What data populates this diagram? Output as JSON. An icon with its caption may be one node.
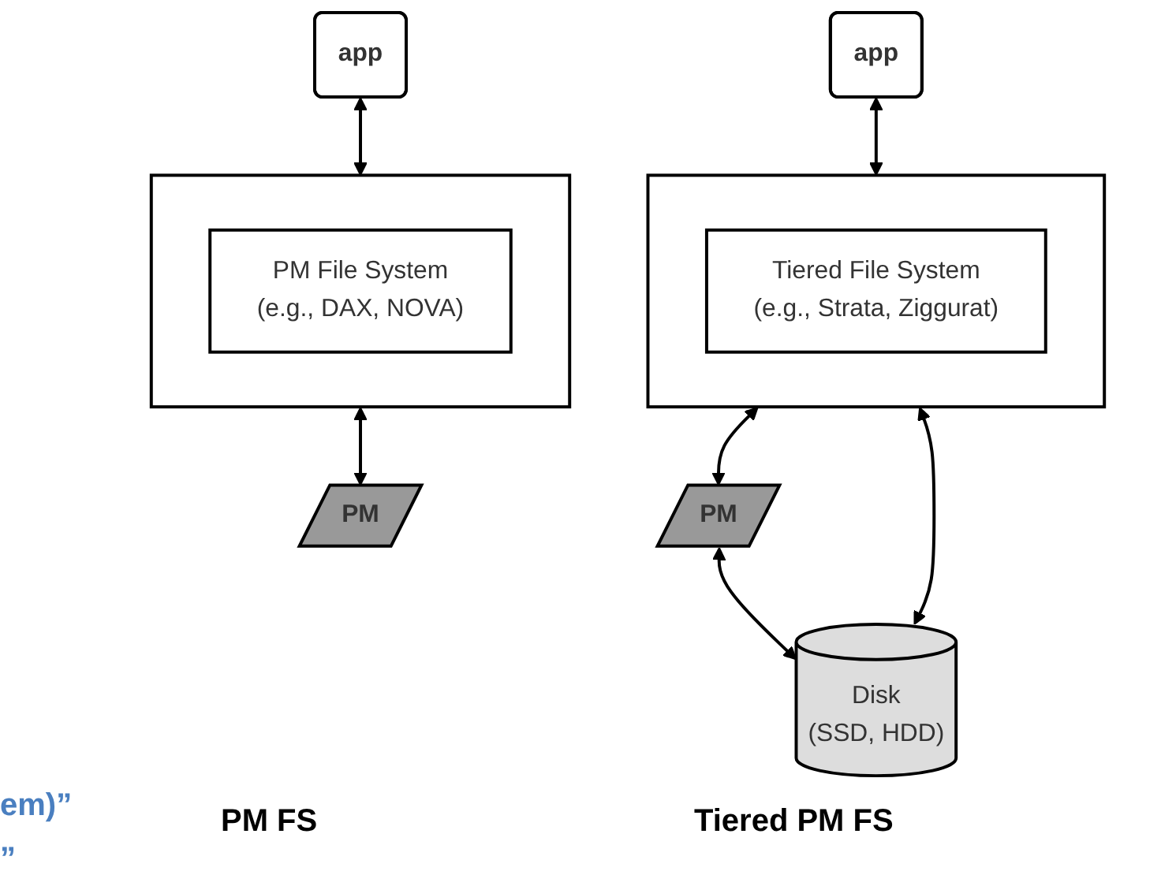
{
  "diagram": {
    "nodes": [
      {
        "text": [
          "app"
        ]
      },
      {
        "text": [
          "app"
        ]
      },
      {
        "text": [],
        "shape": "box"
      },
      {
        "text": [
          "PM File System",
          "(e.g., DAX, NOVA)"
        ],
        "in": 2
      },
      {
        "text": [],
        "shape": "box"
      },
      {
        "text": [
          "Tiered File System",
          "(e.g., Strata, Ziggurat)"
        ],
        "in": 4
      },
      {
        "text": [
          "PM"
        ]
      },
      {
        "text": [
          "PM"
        ]
      },
      {
        "text": [
          "Disk",
          "(SSD, HDD)"
        ]
      }
    ],
    "edges": [
      {
        "from": 0,
        "to": 2,
        "arrow": "both"
      },
      {
        "from": 1,
        "to": 4,
        "arrow": "both"
      },
      {
        "from": 2,
        "to": 6,
        "arrow": "both"
      },
      {
        "from": 4,
        "to": 7,
        "arrow": "both"
      },
      {
        "from": 4,
        "to": 8,
        "arrow": "both"
      },
      {
        "from": 7,
        "to": 8,
        "arrow": "both"
      }
    ],
    "labels": [
      "em)”",
      "PM FS",
      "Tiered PM FS",
      "”"
    ]
  }
}
